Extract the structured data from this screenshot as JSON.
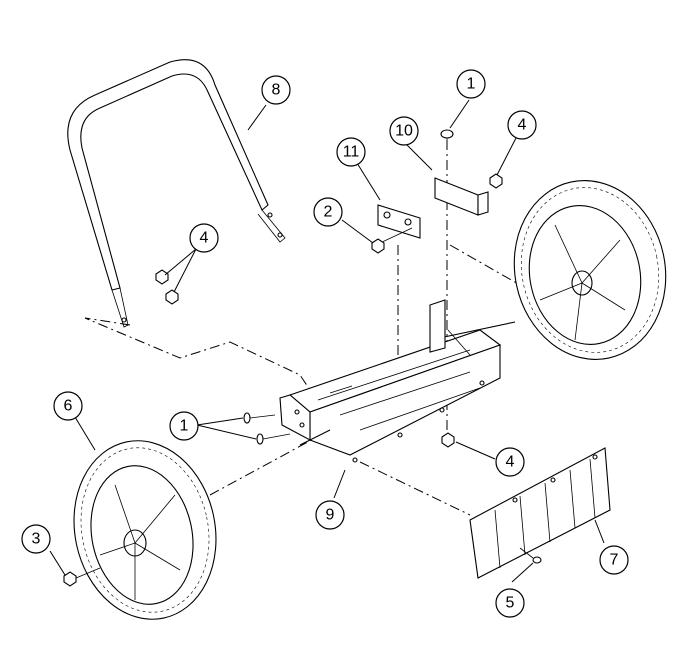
{
  "diagram": {
    "callouts": [
      {
        "id": "c1-top",
        "label": "1"
      },
      {
        "id": "c1-left",
        "label": "1"
      },
      {
        "id": "c2",
        "label": "2"
      },
      {
        "id": "c3",
        "label": "3"
      },
      {
        "id": "c4-top",
        "label": "4"
      },
      {
        "id": "c4-handle",
        "label": "4"
      },
      {
        "id": "c4-bottom",
        "label": "4"
      },
      {
        "id": "c5",
        "label": "5"
      },
      {
        "id": "c6",
        "label": "6"
      },
      {
        "id": "c7",
        "label": "7"
      },
      {
        "id": "c8",
        "label": "8"
      },
      {
        "id": "c9",
        "label": "9"
      },
      {
        "id": "c10",
        "label": "10"
      },
      {
        "id": "c11",
        "label": "11"
      }
    ]
  }
}
